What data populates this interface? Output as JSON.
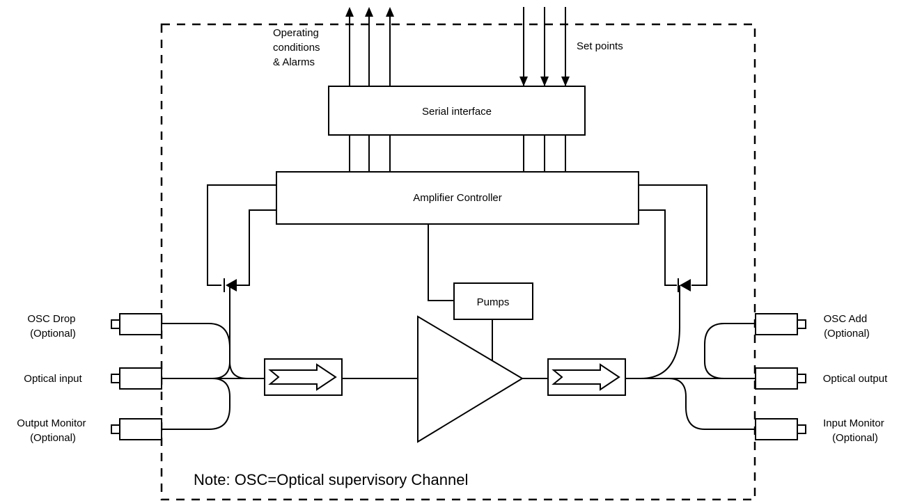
{
  "labels": {
    "operating_conditions": [
      "Operating",
      "conditions",
      "& Alarms"
    ],
    "set_points": "Set points",
    "serial_interface": "Serial interface",
    "amplifier_controller": "Amplifier Controller",
    "pumps": "Pumps",
    "osc_drop": [
      "OSC Drop",
      "(Optional)"
    ],
    "optical_input": "Optical input",
    "output_monitor": [
      "Output Monitor",
      "(Optional)"
    ],
    "osc_add": [
      "OSC Add",
      "(Optional)"
    ],
    "optical_output": "Optical output",
    "input_monitor": [
      "Input Monitor",
      "(Optional)"
    ],
    "note": "Note: OSC=Optical supervisory Channel"
  }
}
